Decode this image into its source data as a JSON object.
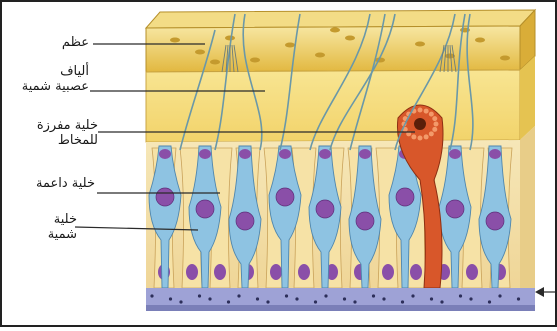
{
  "labels": {
    "bone": "عظم",
    "nerve_fibers_1": "ألياف",
    "nerve_fibers_2": "عصبية شمية",
    "mucus_cell_1": "خلية مفرزة",
    "mucus_cell_2": "للمخاط",
    "support_cell": "خلية داعمة",
    "olfactory_cell_1": "خلية",
    "olfactory_cell_2": "شمية"
  },
  "colors": {
    "bone": "#e8c24a",
    "bone_light": "#f6e39a",
    "sensory_cell": "#8ec3e2",
    "support_cell": "#f6e2a6",
    "nucleus": "#8a4fa8",
    "mucus_gland": "#d8572a",
    "nerve_fiber": "#6a98a8",
    "basal_layer": "#8c90c8"
  }
}
